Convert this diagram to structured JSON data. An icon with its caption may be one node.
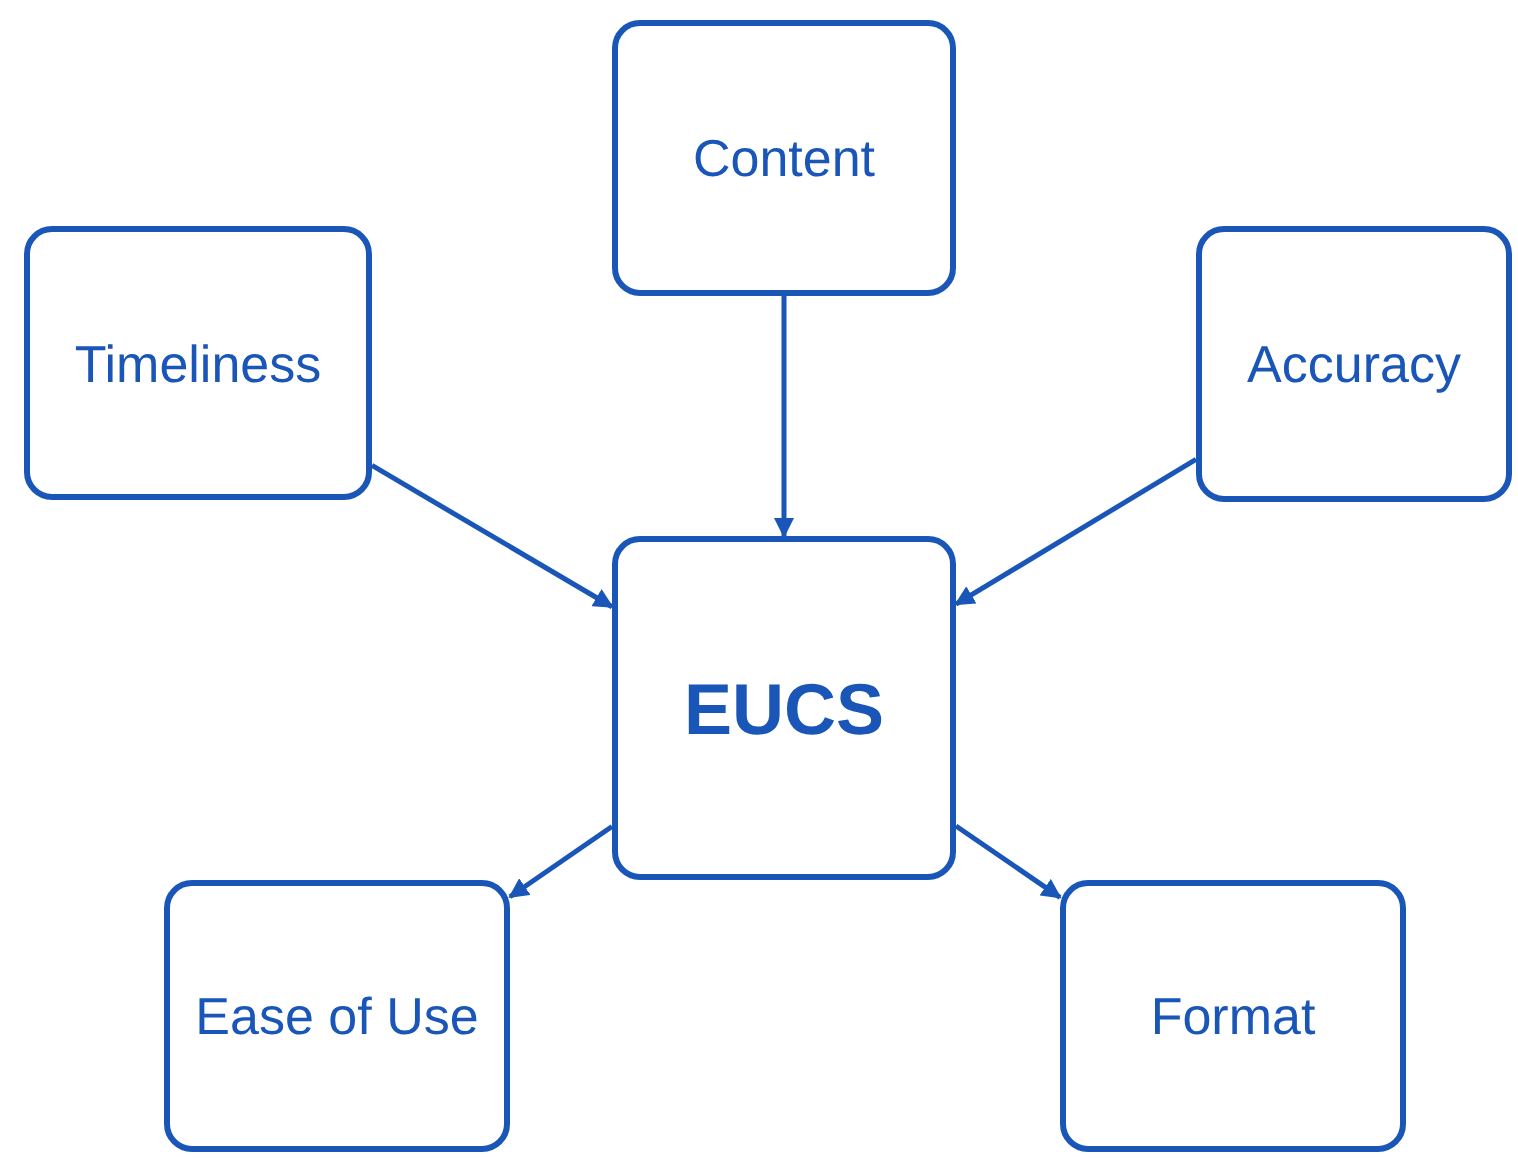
{
  "diagram": {
    "nodes": [
      {
        "text": [
          "Content"
        ]
      },
      {
        "text": [
          "Timeliness"
        ]
      },
      {
        "text": [
          "Accuracy"
        ]
      },
      {
        "text": [
          "EUCS"
        ]
      },
      {
        "text": [
          "Ease of Use"
        ]
      },
      {
        "text": [
          "Format"
        ]
      }
    ],
    "edges": [
      {
        "from": 0,
        "to": 3,
        "arrow": "to"
      },
      {
        "from": 1,
        "to": 3,
        "arrow": "to"
      },
      {
        "from": 2,
        "to": 3,
        "arrow": "to"
      },
      {
        "from": 3,
        "to": 4,
        "arrow": "to"
      },
      {
        "from": 3,
        "to": 5,
        "arrow": "to"
      }
    ]
  }
}
